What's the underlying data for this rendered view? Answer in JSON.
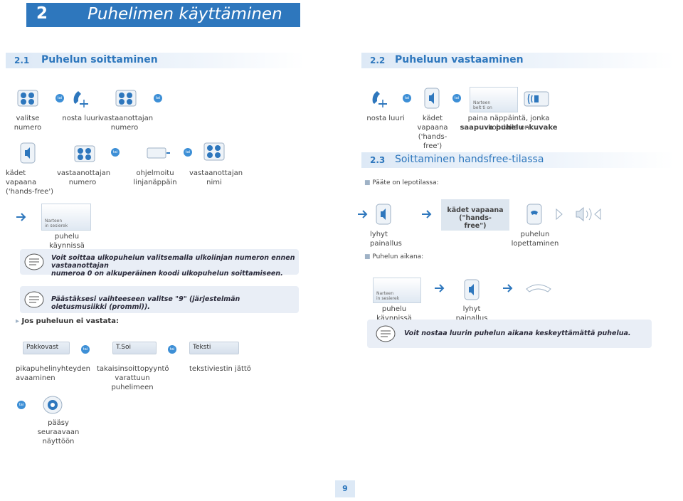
{
  "chapter": {
    "number": "2",
    "title": "Puhelimen käyttäminen"
  },
  "sec21": {
    "number": "2.1",
    "title": "Puhelun soittaminen"
  },
  "sec22": {
    "number": "2.2",
    "title": "Puheluun vastaaminen"
  },
  "sec23": {
    "number": "2.3",
    "title": "Soittaminen handsfree-tilassa"
  },
  "tai": "tai",
  "captions": {
    "valitse": "valitse\nnumero",
    "nosta": "nosta luuri",
    "vastaanottajan_numero": "vastaanottajan\nnumero",
    "kadet": "kädet\nvapaana\n('hands-free')",
    "vast_numero2": "vastaanottajan\nnumero",
    "ohjelmoitu": "ohjelmoitu\nlinjanäppäin",
    "vast_nimi": "vastaanottajan\nnimi",
    "nosta22": "nosta luuri",
    "kadet22": "kädet\nvapaana\n('hands-free')",
    "paina22": "paina näppäintä, jonka kohdalla on",
    "saapuva22": "saapuva puhelu -kuvake",
    "puhelu_kaynnissa": "puhelu käynnissä",
    "lyhyt": "lyhyt\npainallus",
    "lopettaminen": "puhelun\nlopettaminen",
    "kadet_hf": "kädet vapaana (\"hands-\nfree\")",
    "puhelu_kaynnissa2": "puhelu käynnissä",
    "lyhyt2": "lyhyt painallus",
    "pikapuhelin": "pikapuhelinyhteyden\navaaminen",
    "takaisin": "takaisinsoittopyyntö\nvarattuun puhelimeen",
    "tekstiviesti": "tekstiviestin jättö",
    "paasy": "pääsy seuraavaan\nnäyttöön"
  },
  "bullets": {
    "paate": "Pääte on lepotilassa:",
    "aikana": "Puhelun aikana:",
    "jos": "Jos puheluun ei vastata:"
  },
  "notes": {
    "n1": "Voit soittaa ulkopuhelun valitsemalla ulkolinjan numeron ennen vastaanottajan\nnumeroa 0 on alkuperäinen koodi ulkopuhelun soittamiseen.",
    "n2": "Päästäksesi vaihteeseen valitse \"9\" (järjestelmän oletusmusiikki (prommi)).",
    "n3": "Voit nostaa luurin puhelun aikana keskeyttämättä puhelua."
  },
  "screens": {
    "s1": {
      "line1": "Narteen",
      "line2": "in sesierek"
    },
    "s22": {
      "line1": "Narteen",
      "line2": "belt ti on"
    },
    "s3": {
      "line1": "Narteen",
      "line2": "in sesierek"
    }
  },
  "buttons": {
    "pakkovast": "Pakkovast",
    "tsoi": "T.Soi",
    "teksti": "Teksti"
  },
  "page_number": "9"
}
